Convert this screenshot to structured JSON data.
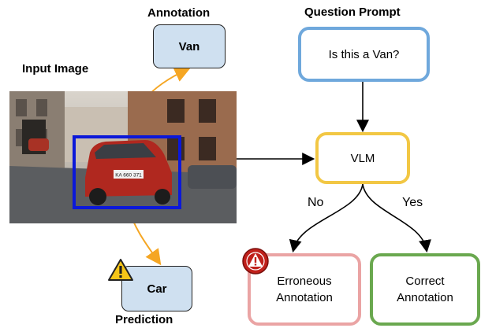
{
  "labels": {
    "annotation": "Annotation",
    "question_prompt": "Question Prompt",
    "input_image": "Input Image",
    "prediction": "Prediction",
    "no": "No",
    "yes": "Yes"
  },
  "boxes": {
    "van": "Van",
    "question": "Is this a Van?",
    "vlm": "VLM",
    "car": "Car",
    "erroneous_line1": "Erroneous",
    "erroneous_line2": "Annotation",
    "correct_line1": "Correct",
    "correct_line2": "Annotation"
  },
  "photo": {
    "license_plate": "KA 660 371"
  },
  "icons": {
    "prediction_warning": "warning-triangle-icon",
    "erroneous_alert": "alert-circle-icon"
  },
  "colors": {
    "annotation_box_fill": "#cfe0f0",
    "question_border": "#6fa8dc",
    "vlm_border": "#f2c744",
    "erroneous_border": "#eaa4a4",
    "correct_border": "#6aa84f",
    "orange_arrow": "#f5a623",
    "bbox_blue": "#0b18d9"
  }
}
